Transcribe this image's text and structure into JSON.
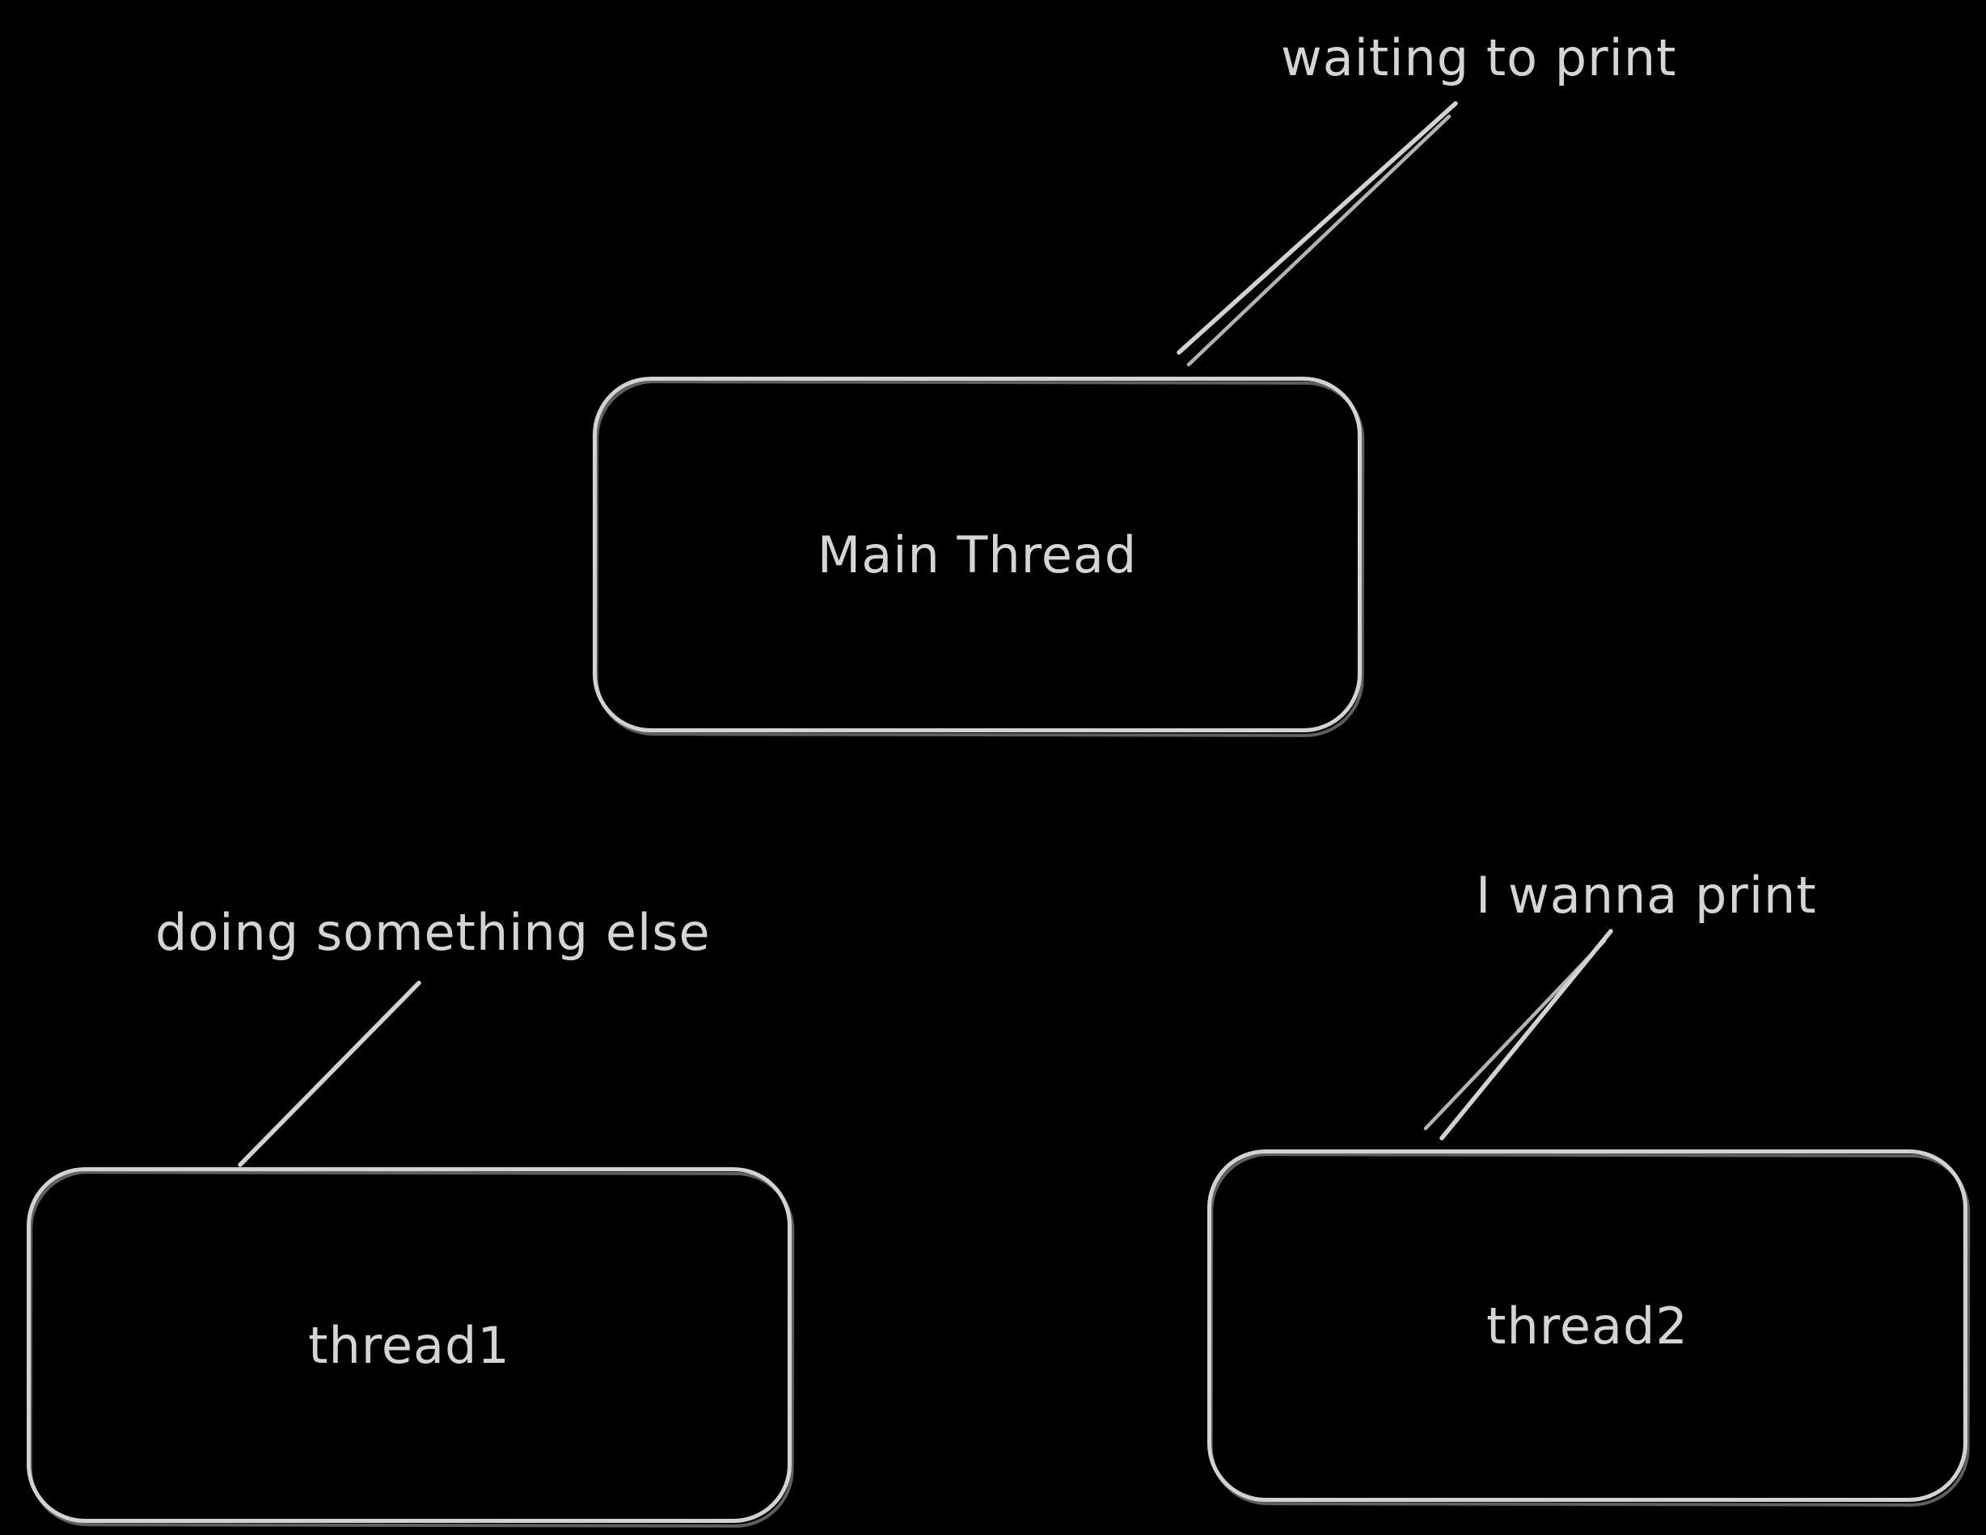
{
  "canvas": {
    "background_color": "#000000",
    "stroke_color": "#d2d2d2",
    "text_color": "#d4d4d4"
  },
  "nodes": [
    {
      "id": "main-thread",
      "label": "Main Thread"
    },
    {
      "id": "thread1",
      "label": "thread1"
    },
    {
      "id": "thread2",
      "label": "thread2"
    }
  ],
  "annotations": [
    {
      "id": "waiting-to-print",
      "text": "waiting to print",
      "target": "main-thread"
    },
    {
      "id": "doing-something-else",
      "text": "doing something else",
      "target": "thread1"
    },
    {
      "id": "i-wanna-print",
      "text": "I wanna print",
      "target": "thread2"
    }
  ]
}
